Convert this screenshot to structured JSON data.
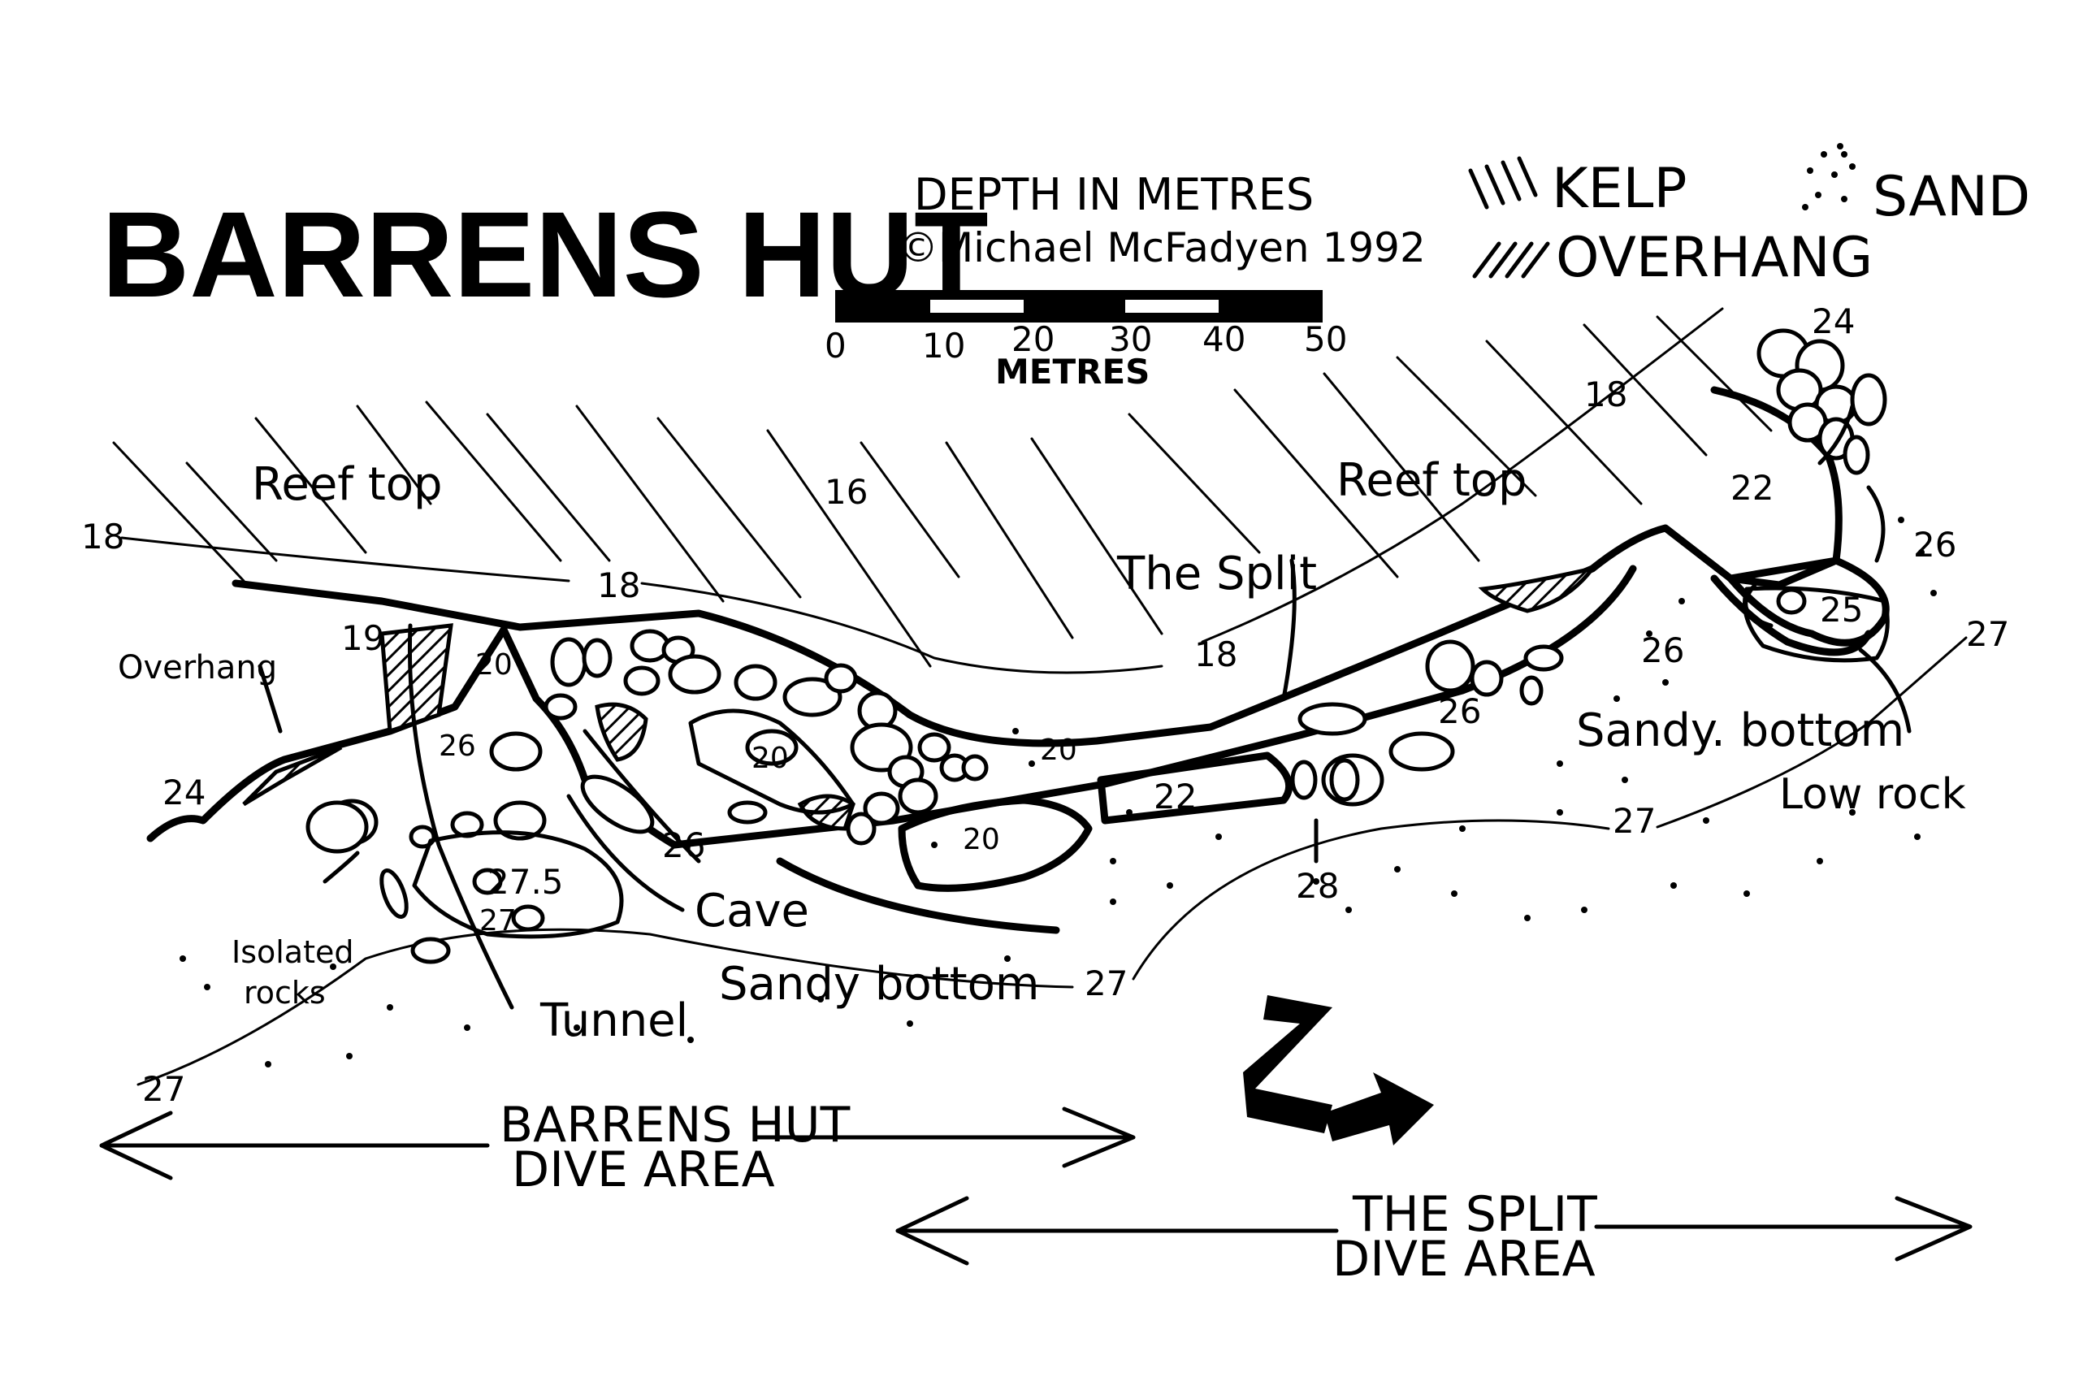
{
  "title": "BARRENS HUT",
  "credit": {
    "depth_note": "DEPTH IN METRES",
    "copyright": "©Michael McFadyen 1992"
  },
  "scale": {
    "ticks": [
      "0",
      "10",
      "20",
      "30",
      "40",
      "50"
    ],
    "unit": "METRES"
  },
  "legend": {
    "kelp": "KELP",
    "overhang": "OVERHANG",
    "sand": "SAND",
    "kelp_icon": "hatch-lines-icon",
    "sand_icon": "dots-icon"
  },
  "features": {
    "reef_top_left": "Reef top",
    "reef_top_right": "Reef top",
    "the_split": "The Split",
    "overhang": "Overhang",
    "isolated_rocks_line1": "Isolated",
    "isolated_rocks_line2": "rocks",
    "cave": "Cave",
    "tunnel": "Tunnel",
    "sandy_bottom_left": "Sandy bottom",
    "sandy_bottom_right": "Sandy. bottom",
    "low_rock": "Low rock"
  },
  "depths": {
    "d18_left": "18",
    "d18_mid": "18",
    "d18_split": "18",
    "d18_top": "18",
    "d16": "16",
    "d19": "19",
    "d20_a": "20",
    "d20_b": "20",
    "d20_c": "20",
    "d20_d": "20",
    "d22_a": "22",
    "d22_b": "22",
    "d24_left": "24",
    "d24_top": "24",
    "d25": "25",
    "d26_a": "26",
    "d26_b": "26",
    "d26_c": "26",
    "d26_d": "26",
    "d26_e": "26",
    "d27_a": "27",
    "d27_b": "27",
    "d27_c": "27",
    "d27_d": "27",
    "d27_e": "27",
    "d275": "27.5",
    "d28": "28"
  },
  "dive_areas": {
    "barrens_line1": "BARRENS HUT",
    "barrens_line2": "DIVE AREA",
    "split_line1": "THE SPLIT",
    "split_line2": "DIVE AREA"
  },
  "compass": {
    "letter": "N",
    "icon": "north-arrow-icon"
  }
}
